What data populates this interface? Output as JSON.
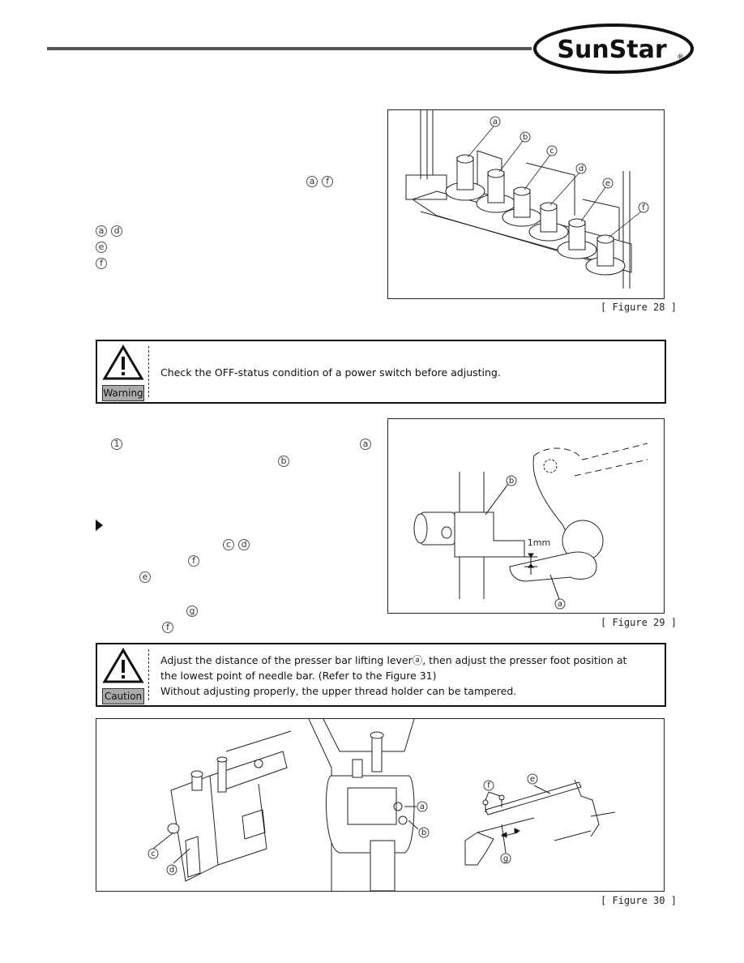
{
  "header": {
    "logo_text": "SunStar",
    "logo_mark": "®"
  },
  "figure28": {
    "caption": "[ Figure 28 ]",
    "labels": [
      "a",
      "b",
      "c",
      "d",
      "e",
      "f"
    ]
  },
  "left_markers_top": {
    "range_af": [
      "a",
      "f"
    ],
    "range_ad": [
      "a",
      "d"
    ],
    "item_e": "e",
    "item_f": "f"
  },
  "warning": {
    "badge": "Warning",
    "text": "Check the OFF-status condition of a power switch before adjusting."
  },
  "figure29": {
    "caption": "[ Figure 29 ]",
    "label_a": "a",
    "label_b": "b",
    "dimension": "1mm"
  },
  "left_markers_mid": {
    "step_num": "1",
    "m_a": "a",
    "m_b": "b",
    "m_c": "c",
    "m_d": "d",
    "m_f1": "f",
    "m_e": "e",
    "m_g": "g",
    "m_f2": "f"
  },
  "caution": {
    "badge": "Caution",
    "line1": "Adjust the distance of the presser bar lifting leverⓐ, then adjust the presser foot position at",
    "line2": "the lowest point of needle bar. (Refer to the Figure 31)",
    "line3": "Without adjusting properly, the upper thread holder can be tampered."
  },
  "figure30": {
    "caption": "[ Figure 30 ]",
    "labels": {
      "a": "a",
      "b": "b",
      "c": "c",
      "d": "d",
      "e": "e",
      "f": "f",
      "g": "g"
    }
  }
}
